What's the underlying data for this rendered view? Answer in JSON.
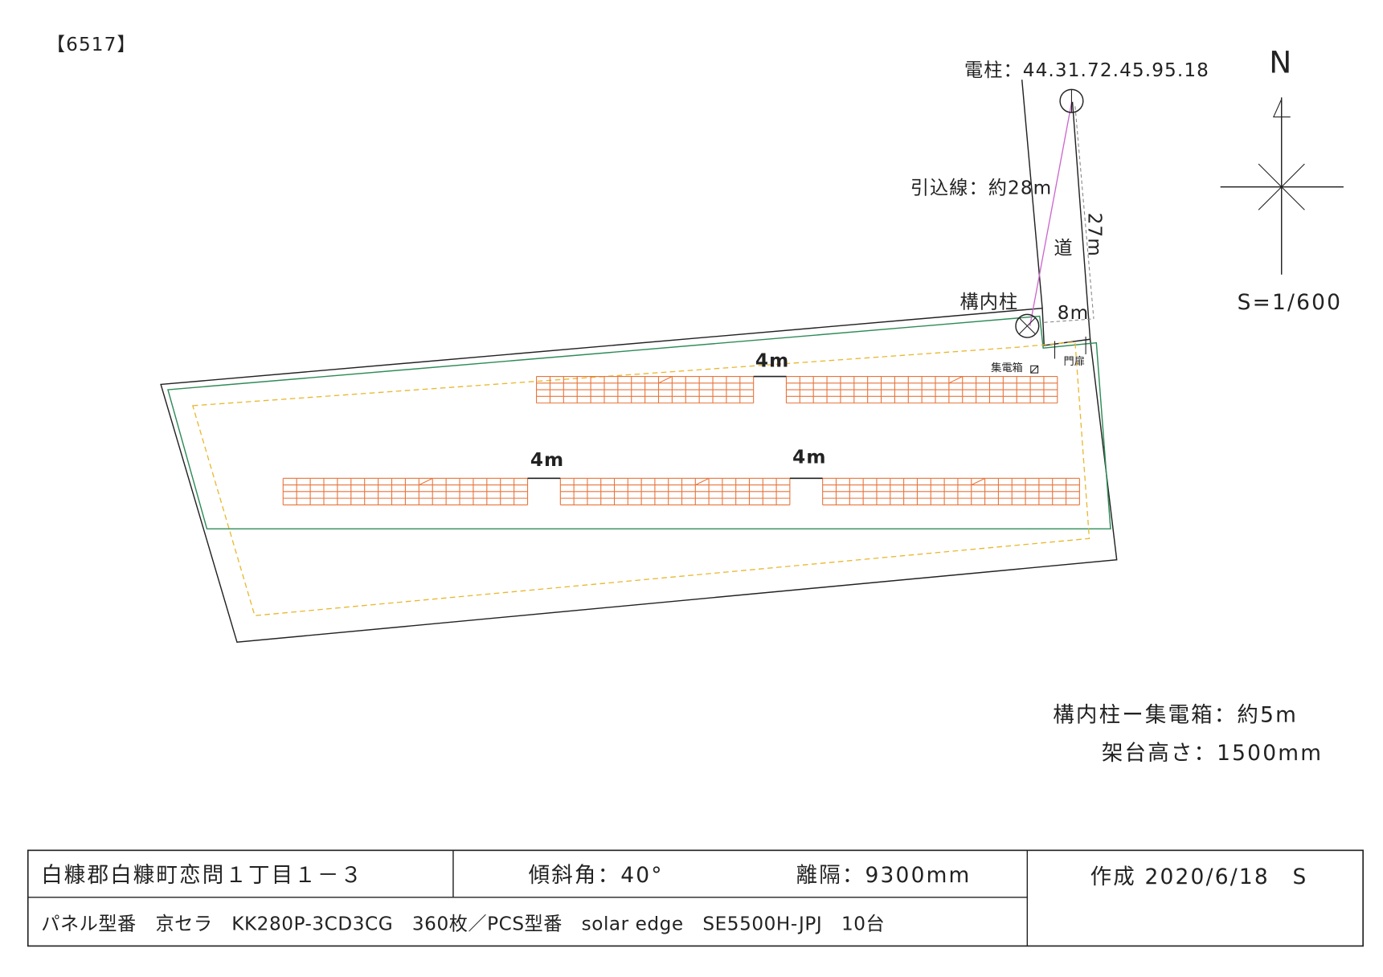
{
  "drawing_id": "【6517】",
  "utility_pole": "電柱：44.31.72.45.95.18",
  "service_line": "引込線：約28m",
  "premises_pole": "構内柱",
  "road": "道",
  "road_length": "27m",
  "road_width": "8m",
  "junction_box": "集電箱",
  "gate": "門扉",
  "north": "N",
  "scale": "S=1/600",
  "gaps": [
    "4m",
    "4m",
    "4m"
  ],
  "notes": [
    "構内柱ー集電箱：約5m",
    "架台高さ：1500mm"
  ],
  "title_block": {
    "address": "白糠郡白糠町恋問１丁目１－３",
    "tilt": "傾斜角：40°",
    "spacing": "離隔：9300mm",
    "created": "作成 2020/6/18　S",
    "equipment": "パネル型番　京セラ　KK280P-3CD3CG　360枚／PCS型番　solar edge　SE5500H-JPJ　10台"
  },
  "colors": {
    "panel": "#e8743b",
    "fence": "#2e8b57",
    "setback": "#e8b830",
    "service_line": "#cc66cc"
  }
}
